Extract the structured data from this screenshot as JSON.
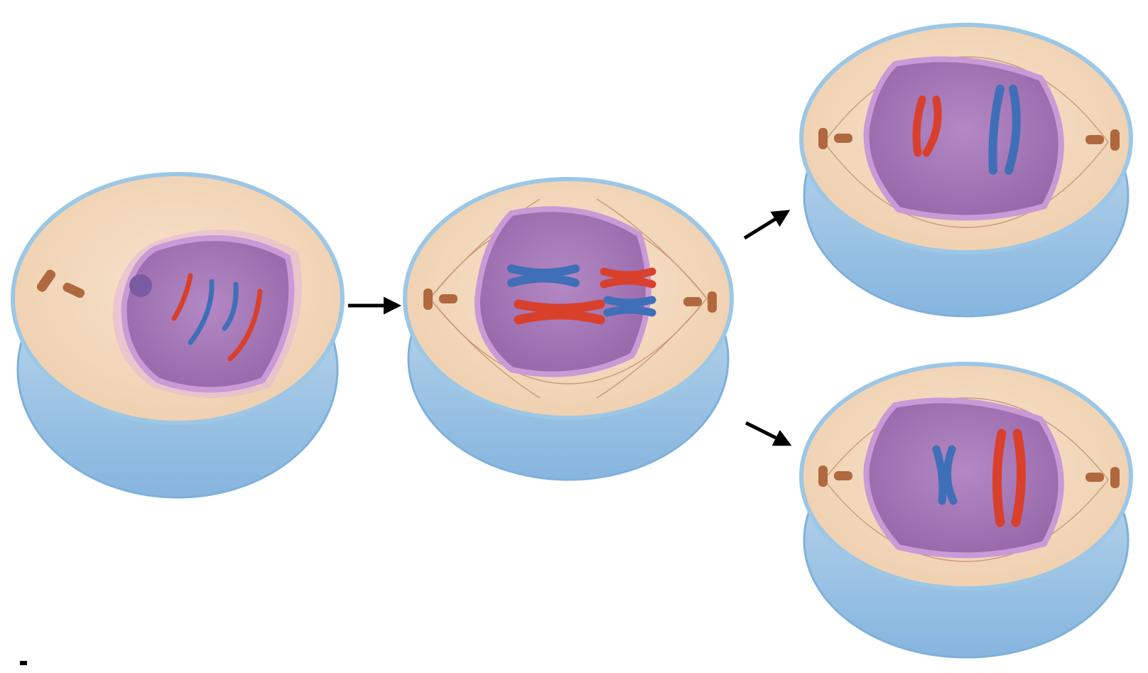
{
  "diagram": {
    "cells": [
      {
        "id": "cell-1",
        "chromosomes": [
          {
            "color": "red"
          },
          {
            "color": "blue"
          },
          {
            "color": "blue"
          },
          {
            "color": "red"
          }
        ]
      },
      {
        "id": "cell-2",
        "chromosomes": [
          {
            "color": "blue"
          },
          {
            "color": "red"
          },
          {
            "color": "red"
          },
          {
            "color": "blue"
          }
        ]
      },
      {
        "id": "cell-3",
        "chromosomes": [
          {
            "color": "red"
          },
          {
            "color": "blue"
          }
        ]
      },
      {
        "id": "cell-4",
        "chromosomes": [
          {
            "color": "blue"
          },
          {
            "color": "red"
          }
        ]
      }
    ],
    "colors": {
      "membrane_outer": "#a9cde8",
      "membrane_side": "#8fbde2",
      "cytoplasm": "#f3dcc2",
      "nucleus": "#a877b8",
      "nuclear_envelope": "#c79ad4",
      "chromosome_red": "#d8402c",
      "chromosome_blue": "#3f6fb7",
      "centriole": "#b0683f",
      "arrow": "#000000"
    },
    "icons": [
      "centriole-icon",
      "arrow-icon"
    ]
  }
}
